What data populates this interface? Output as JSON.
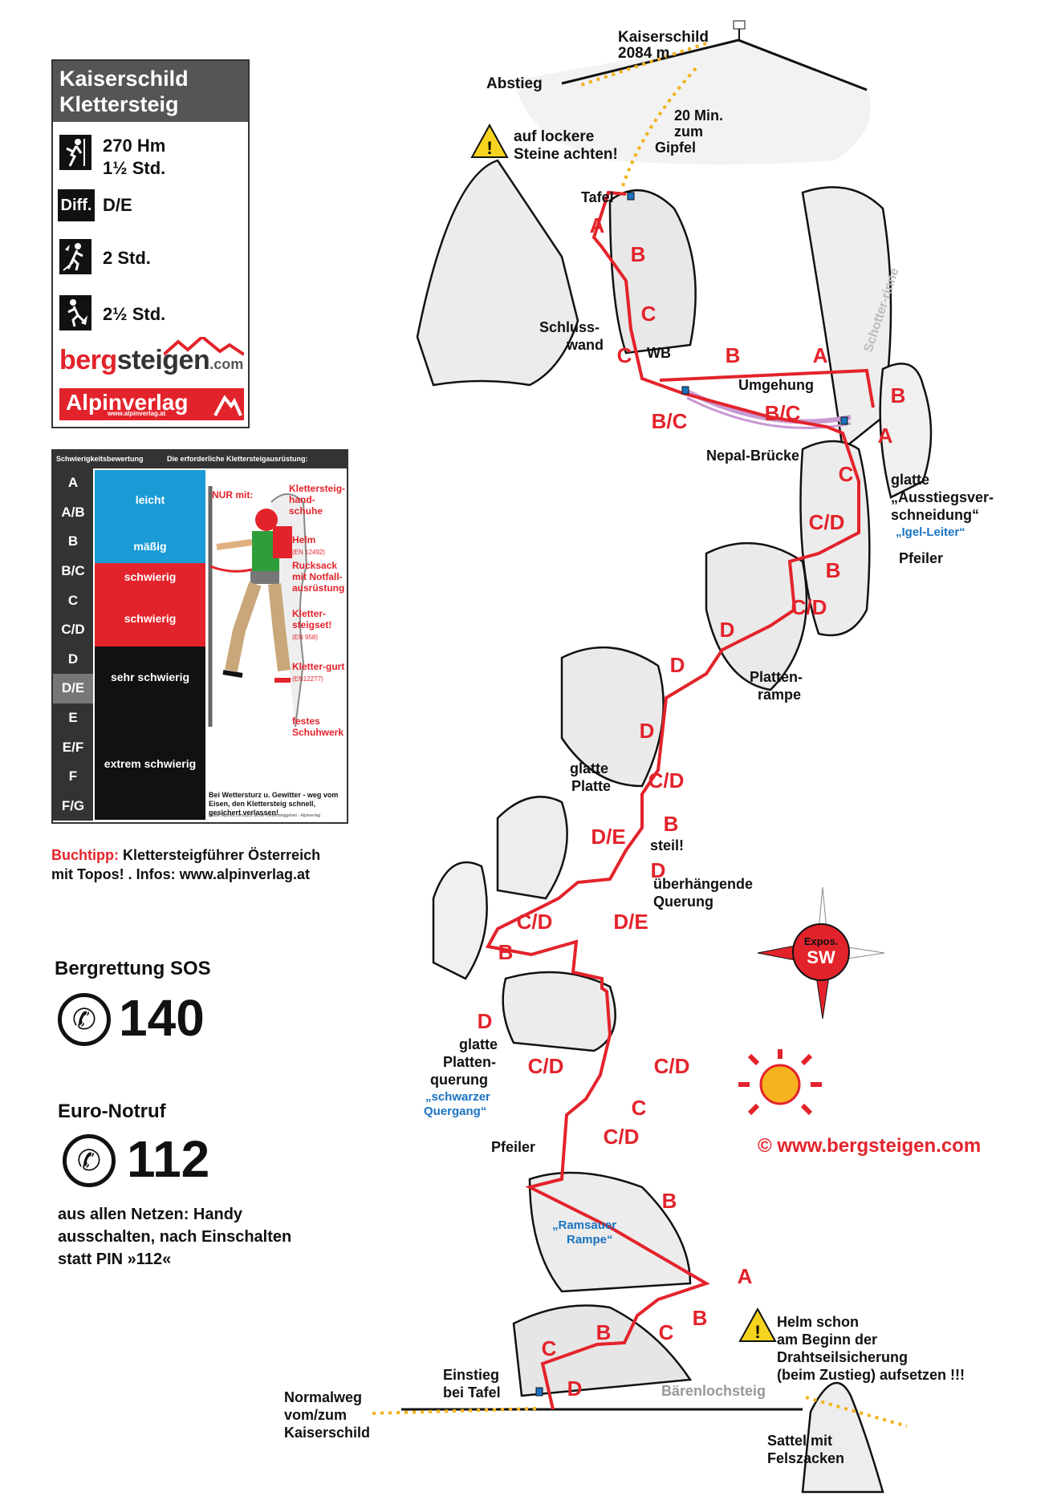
{
  "info_card": {
    "title_line1": "Kaiserschild",
    "title_line2": "Klettersteig",
    "stats": [
      {
        "icon": "climbing-height-icon",
        "line1": "270 Hm",
        "line2": "1½ Std."
      },
      {
        "icon": "difficulty-badge",
        "badge": "Diff.",
        "line1": "D/E"
      },
      {
        "icon": "ascent-hiker-icon",
        "line1": "2 Std."
      },
      {
        "icon": "descent-hiker-icon",
        "line1": "2½ Std."
      }
    ],
    "brand_prefix": "berg",
    "brand_main": "steigen",
    "brand_suffix": ".com",
    "publisher": "Alpinverlag",
    "publisher_url": "www.alpinverlag.at"
  },
  "difficulty_card": {
    "header_left": "Schwierigkeitsbewertung",
    "header_right": "Die erforderliche Klettersteigausrüstung:",
    "grades": [
      "A",
      "A/B",
      "B",
      "B/C",
      "C",
      "C/D",
      "D",
      "D/E",
      "E",
      "E/F",
      "F",
      "F/G"
    ],
    "bands": [
      {
        "label": "leicht",
        "color": "#1b9ad6"
      },
      {
        "label": "mäßig",
        "color": "#1b9ad6"
      },
      {
        "label": "schwierig",
        "color": "#e3232b"
      },
      {
        "label": "schwierig",
        "color": "#e3232b"
      },
      {
        "label": "sehr schwierig",
        "color": "#111111"
      },
      {
        "label": "extrem schwierig",
        "color": "#111111"
      }
    ],
    "nur_mit": "NUR mit:",
    "equipment": [
      {
        "label": "Klettersteig-hand-schuhe",
        "norm": ""
      },
      {
        "label": "Helm",
        "norm": "(EN 12492)"
      },
      {
        "label": "Rucksack mit Notfall-ausrüstung",
        "norm": ""
      },
      {
        "label": "Kletter-steigset!",
        "norm": "(EN 958)"
      },
      {
        "label": "Kletter-gurt",
        "norm": "(EN12277)"
      },
      {
        "label": "festes Schuhwerk",
        "norm": ""
      }
    ],
    "warning": "Bei Wettersturz u. Gewitter - weg vom Eisen, den Klettersteig schnell, gesichert verlassen!",
    "credit": "Grafik: Alpines Lehrbuch Sicher Klettersteiggehen - Alpinverlag"
  },
  "side": {
    "buchtipp_label": "Buchtipp:",
    "buchtipp_text": "Klettersteigführer Österreich",
    "buchtipp_line2": "mit Topos! . Infos: www.alpinverlag.at",
    "sos_label": "Bergrettung SOS",
    "sos_number": "140",
    "euro_label": "Euro-Notruf",
    "euro_number": "112",
    "note_line1": "aus allen Netzen: Handy",
    "note_line2": "ausschalten, nach Einschalten",
    "note_line3": "statt PIN »112«"
  },
  "map": {
    "summit_name": "Kaiserschild",
    "summit_alt": "2084 m",
    "abstieg": "Abstieg",
    "warn_top": [
      "auf lockere",
      "Steine achten!"
    ],
    "to_summit": [
      "20 Min.",
      "zum",
      "Gipfel"
    ],
    "tafel": "Tafel",
    "schlusswand": [
      "Schluss-",
      "wand"
    ],
    "wb": "WB",
    "umgehung": "Umgehung",
    "schotterrinne": "Schotter-rinne",
    "nepal": "Nepal-Brücke",
    "ausstieg": [
      "glatte",
      "„Ausstiegsver-",
      "schneidung“"
    ],
    "igel": "„Igel-Leiter“",
    "pfeiler_top": "Pfeiler",
    "plattenrampe": [
      "Platten-",
      "rampe"
    ],
    "glatte_platte": [
      "glatte",
      "Platte"
    ],
    "steil": "steil!",
    "querung": [
      "überhängende",
      "Querung"
    ],
    "expos": "Expos.",
    "expos_dir": "SW",
    "plattenquerung": [
      "glatte",
      "Platten-",
      "querung"
    ],
    "schwarzer": [
      "„schwarzer",
      "Quergang“"
    ],
    "pfeiler_low": "Pfeiler",
    "copyright": "©  www.bergsteigen.com",
    "ramsauer": [
      "„Ramsauer",
      "Rampe“"
    ],
    "warn_bottom": [
      "Helm schon",
      "am Beginn der",
      "Drahtseilsicherung",
      "(beim Zustieg) aufsetzen !!!"
    ],
    "einstieg": [
      "Einstieg",
      "bei Tafel"
    ],
    "baerenloch": "Bärenlochsteig",
    "normalweg": [
      "Normalweg",
      "vom/zum",
      "Kaiserschild"
    ],
    "sattel": [
      "Sattel mit",
      "Felszacken"
    ],
    "grade_labels": [
      "A",
      "B",
      "C",
      "C",
      "B",
      "A",
      "B",
      "B/C",
      "B/C",
      "A",
      "C",
      "C/D",
      "B",
      "C/D",
      "D",
      "D",
      "D",
      "C/D",
      "B",
      "D/E",
      "D",
      "D/E",
      "C/D",
      "B",
      "D",
      "C/D",
      "C/D",
      "C",
      "C/D",
      "B",
      "A",
      "B",
      "C",
      "B",
      "C",
      "D"
    ],
    "route_color": "#e3232b"
  }
}
